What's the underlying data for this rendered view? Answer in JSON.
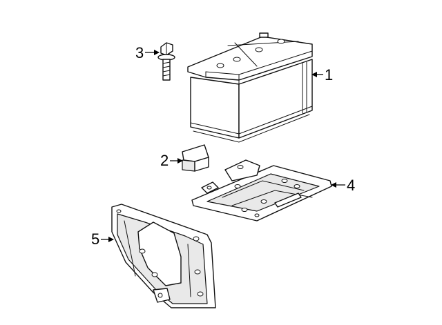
{
  "callouts": [
    {
      "id": "battery",
      "number": "1"
    },
    {
      "id": "spacer",
      "number": "2"
    },
    {
      "id": "bolt",
      "number": "3"
    },
    {
      "id": "tray",
      "number": "4"
    },
    {
      "id": "bracket",
      "number": "5"
    }
  ],
  "colors": {
    "line": "#111111",
    "shade": "#e9e9e9",
    "background": "#ffffff"
  }
}
